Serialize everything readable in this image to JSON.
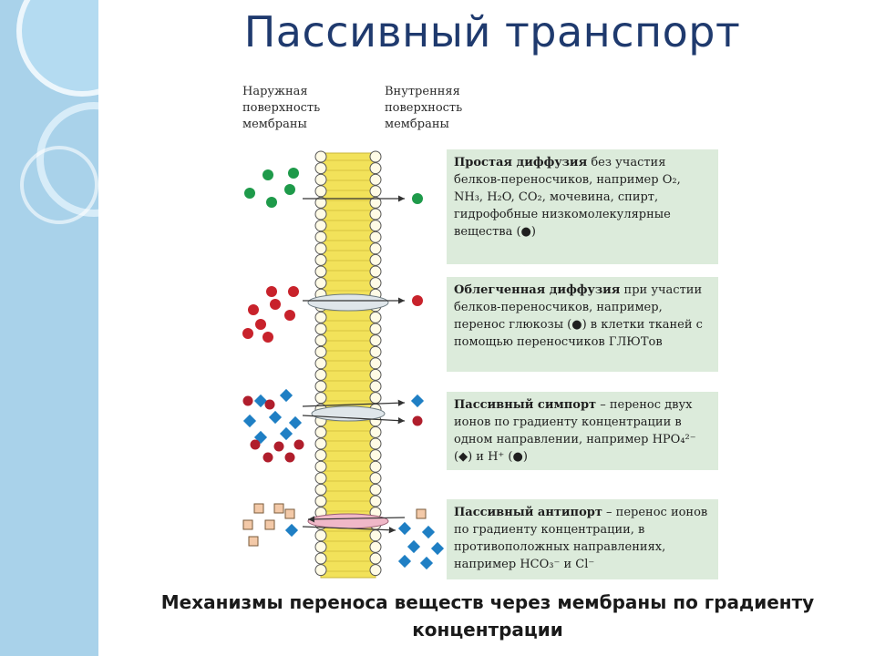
{
  "slide": {
    "title": "Пассивный транспорт",
    "caption": "Механизмы переноса веществ через мембраны по градиенту концентрации"
  },
  "figure": {
    "outer_label": "Наружная поверхность мембраны",
    "inner_label": "Внутренняя поверхность мембраны",
    "boxes": [
      {
        "heading": "Простая диффузия",
        "text": "без участия белков-переносчиков, например O₂, NH₃, H₂O, CO₂, мочевина, спирт, гидрофобные низкомолекулярные вещества (●)"
      },
      {
        "heading": "Облегченная диффузия",
        "text": "при участии белков-переносчиков, например, перенос глюкозы (●) в клетки тканей с помощью переносчиков ГЛЮТов"
      },
      {
        "heading": "Пассивный симпорт",
        "text": "– перенос двух ионов по градиенту концентрации в одном направлении, например HPO₄²⁻ (◆) и H⁺ (●)"
      },
      {
        "heading": "Пассивный антипорт",
        "text": "– перенос ионов по градиенту концентрации, в противоположных направлениях, например HCO₃⁻ и Cl⁻"
      }
    ]
  },
  "colors": {
    "title": "#1f3a6e",
    "side_strip": "#a9d2ea",
    "box_bg": "#dcebdb",
    "membrane_core": "#f2e25a",
    "head_outline": "#555555",
    "green_molecule": "#1e9a4a",
    "red_molecule": "#c8222b",
    "blue_ion": "#1f7fc4",
    "dark_red_ion": "#b01e2c",
    "orange_square": "#f3c9a8",
    "carrier_gray": "#dfe6ea",
    "carrier_pink": "#f0b8c8"
  },
  "icons": {
    "decor": "circle-decoration",
    "arrow": "arrow-right"
  }
}
